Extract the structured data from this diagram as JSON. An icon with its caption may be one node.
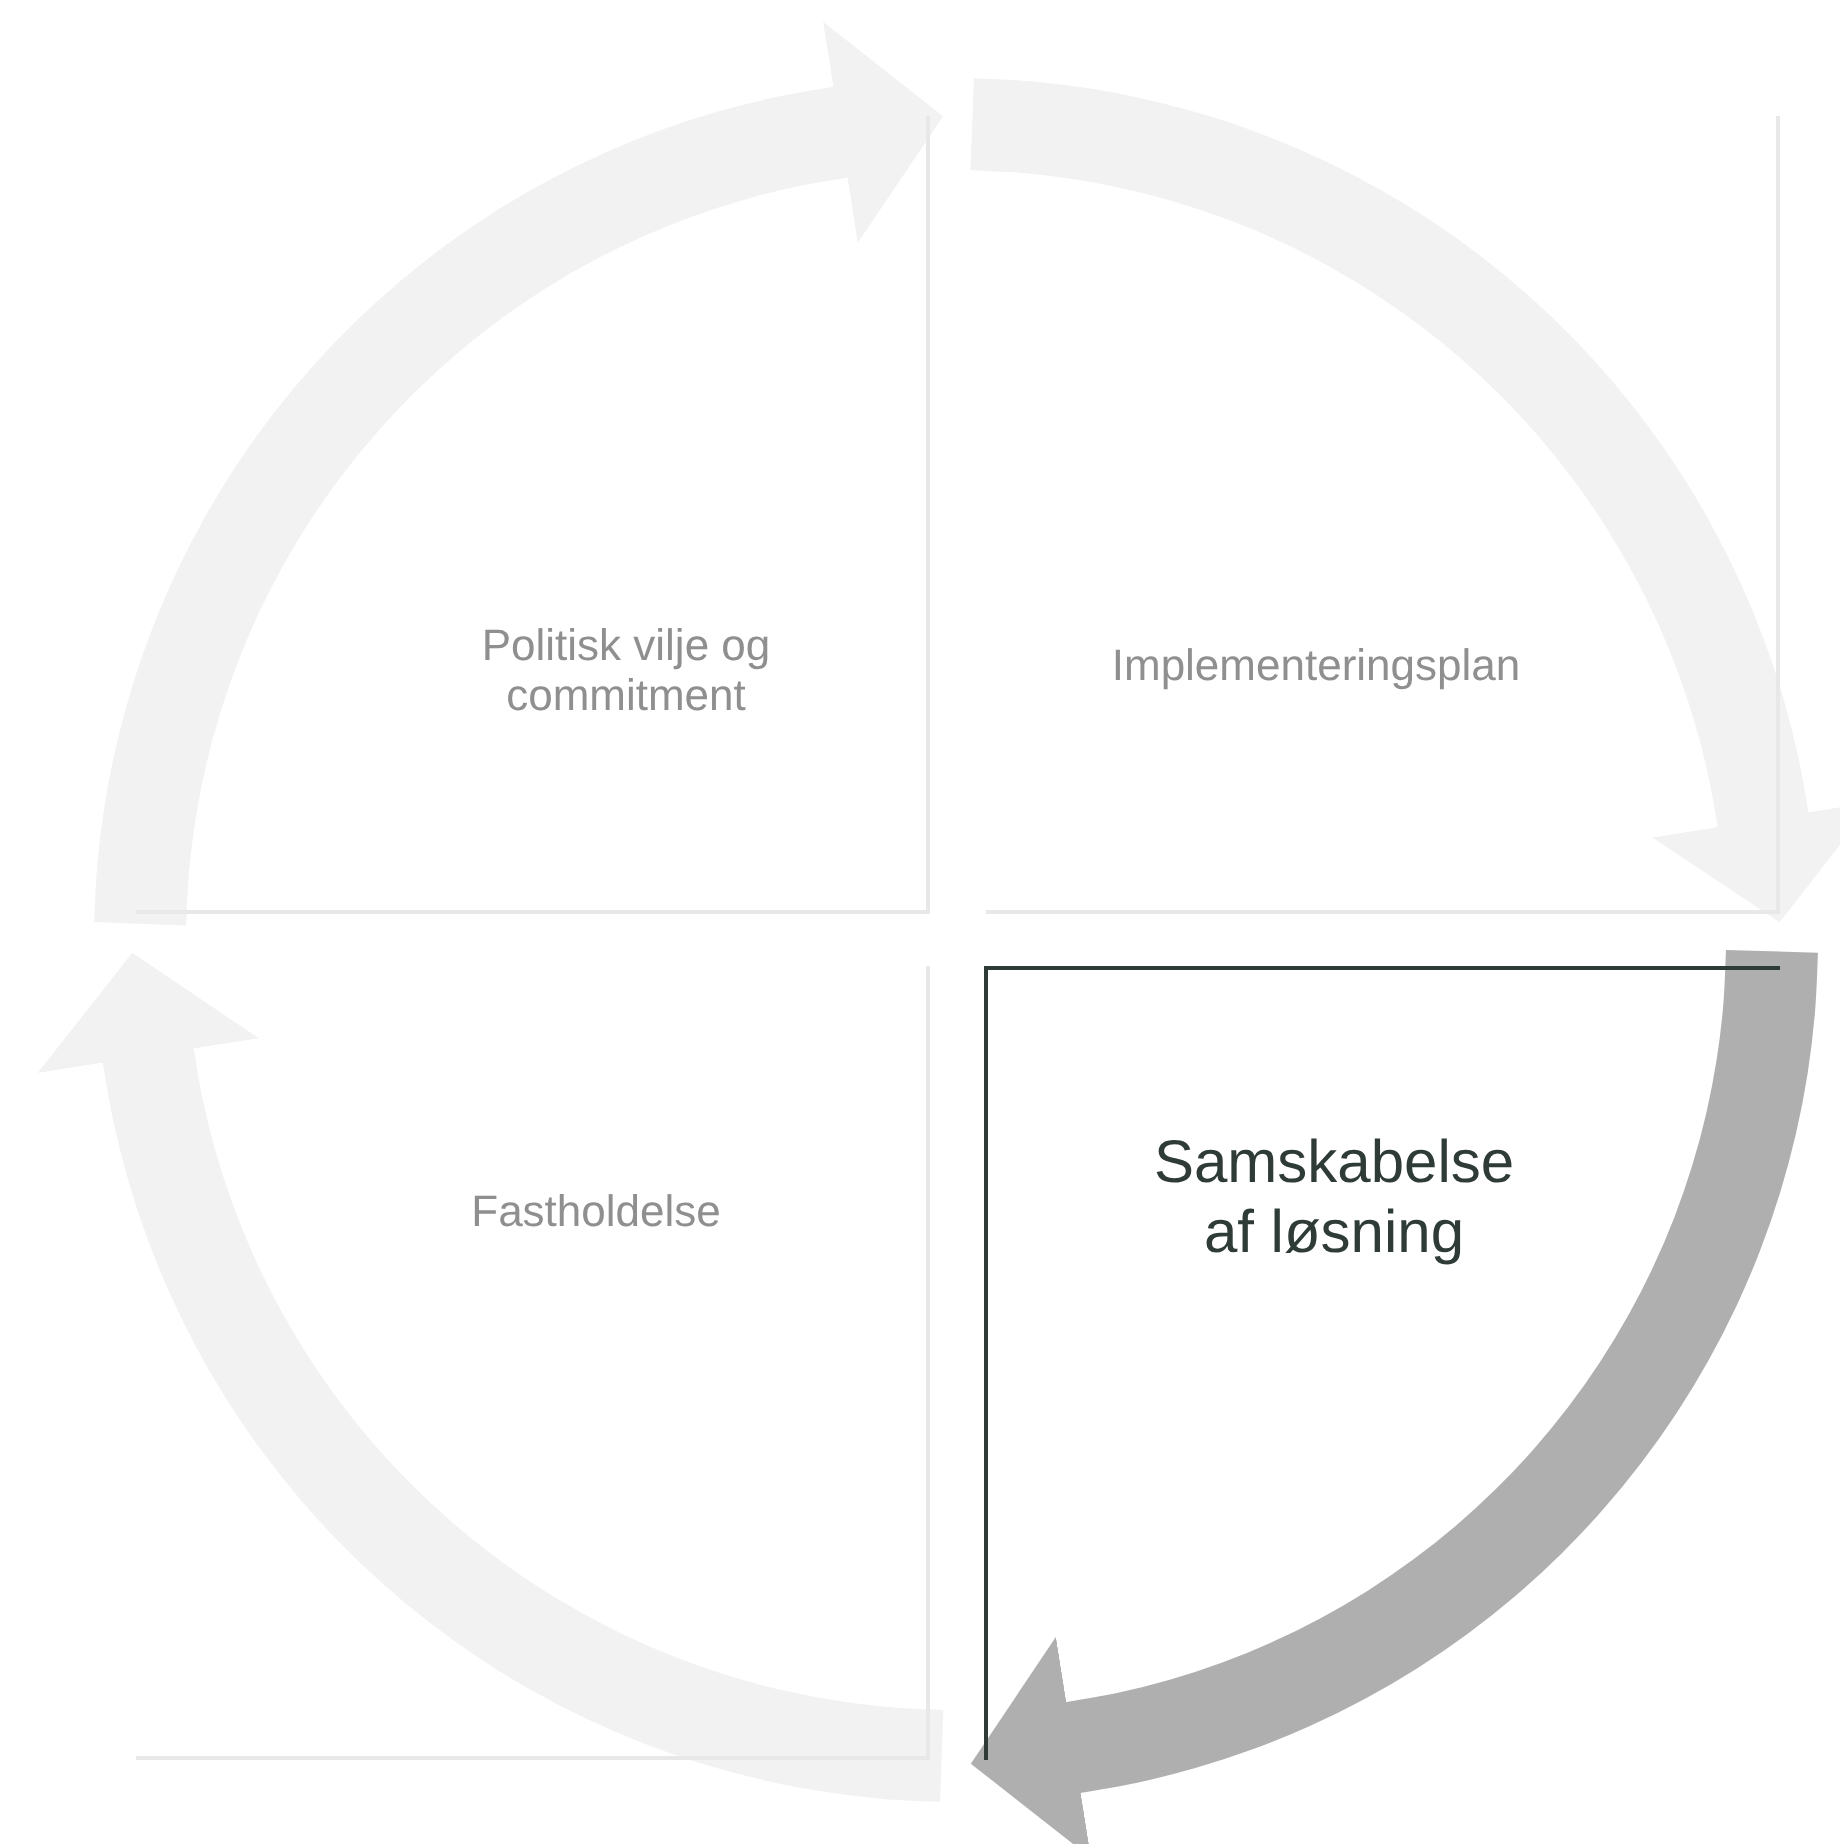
{
  "diagram": {
    "nodes": [
      {
        "text": [
          "Politisk vilje og commitment"
        ]
      },
      {
        "text": [
          "Implementeringsplan"
        ]
      },
      {
        "text": [
          "Fastholdelse"
        ]
      },
      {
        "text": [
          "Samskabelse af løsning"
        ]
      }
    ],
    "edges": [
      {
        "from": 0,
        "to": 1,
        "arrow": "to"
      },
      {
        "from": 1,
        "to": 3,
        "arrow": "to"
      },
      {
        "from": 3,
        "to": 2,
        "arrow": "to",
        "color": "#aeafae"
      },
      {
        "from": 2,
        "to": 0,
        "arrow": "to"
      }
    ]
  }
}
